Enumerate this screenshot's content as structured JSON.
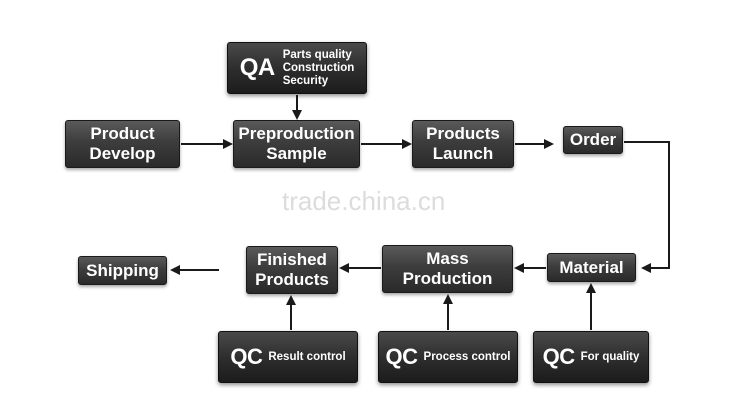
{
  "qa": {
    "big": "QA",
    "lines": [
      "Parts quality",
      "Construction",
      "Security"
    ]
  },
  "nodes": {
    "product_develop": "Product\nDevelop",
    "preproduction_sample": "Preproduction\nSample",
    "products_launch": "Products\nLaunch",
    "order": "Order",
    "material": "Material",
    "mass_production": "Mass\nProduction",
    "finished_products": "Finished\nProducts",
    "shipping": "Shipping"
  },
  "qc": {
    "result": {
      "big": "QC",
      "small": "Result control"
    },
    "process": {
      "big": "QC",
      "small": "Process control"
    },
    "quality": {
      "big": "QC",
      "small": "For quality"
    }
  },
  "watermark": "trade.china.cn",
  "colors": {
    "box_dark": "#2a2a2a",
    "arrow": "#1a1a1a",
    "text": "#ffffff"
  }
}
